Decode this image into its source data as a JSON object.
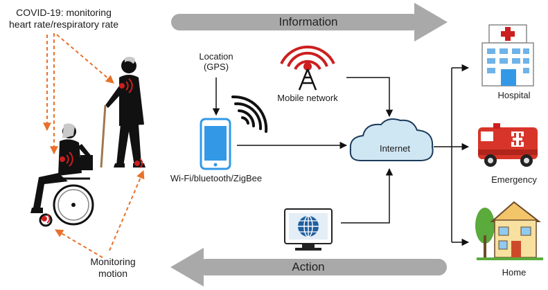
{
  "title_line1": "COVID-19: monitoring",
  "title_line2": "heart rate/respiratory rate",
  "monitoring_line1": "Monitoring",
  "monitoring_line2": "motion",
  "information_label": "Information",
  "action_label": "Action",
  "location_line1": "Location",
  "location_line2": "(GPS)",
  "mobile_network_label": "Mobile network",
  "wireless_label": "Wi-Fi/bluetooth/ZigBee",
  "internet_label": "Internet",
  "destinations": {
    "hospital": "Hospital",
    "emergency": "Emergency",
    "home": "Home"
  },
  "colors": {
    "arrow_gray": "#a9a9a9",
    "dash_orange": "#e8702a",
    "signal_red": "#cc1f1f",
    "phone_blue": "#3399e6",
    "cloud_blue": "#cfe6f3",
    "globe_blue": "#1f5fa0"
  }
}
